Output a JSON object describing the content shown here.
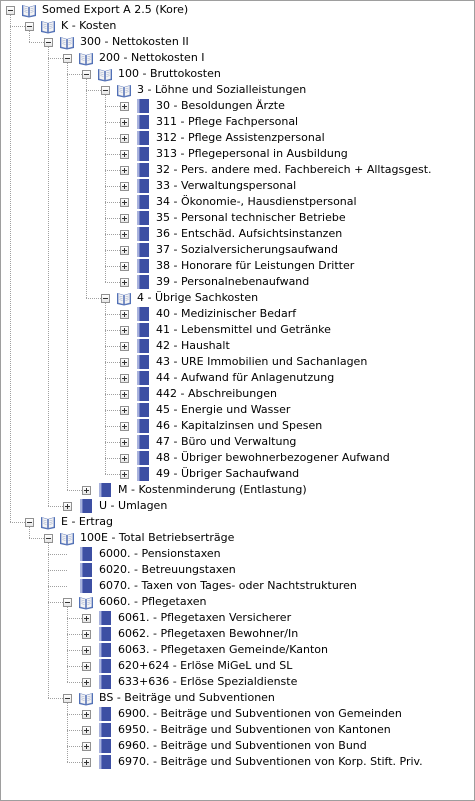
{
  "tree": {
    "label": "Somed Export A 2.5 (Kore)",
    "type": "book",
    "expanded": true,
    "children": [
      {
        "label": "K - Kosten",
        "type": "book",
        "expanded": true,
        "children": [
          {
            "label": "300 - Nettokosten II",
            "type": "book",
            "expanded": true,
            "children": [
              {
                "label": "200 - Nettokosten I",
                "type": "book",
                "expanded": true,
                "children": [
                  {
                    "label": "100 - Bruttokosten",
                    "type": "book",
                    "expanded": true,
                    "children": [
                      {
                        "label": "3 - Löhne und Sozialleistungen",
                        "type": "book",
                        "expanded": true,
                        "children": [
                          {
                            "label": "30 - Besoldungen Ärzte",
                            "type": "leaf",
                            "expandable": true
                          },
                          {
                            "label": "311 - Pflege Fachpersonal",
                            "type": "leaf",
                            "expandable": true
                          },
                          {
                            "label": "312 - Pflege Assistenzpersonal",
                            "type": "leaf",
                            "expandable": true
                          },
                          {
                            "label": "313 - Pflegepersonal in Ausbildung",
                            "type": "leaf",
                            "expandable": true
                          },
                          {
                            "label": "32 - Pers. andere med. Fachbereich + Alltagsgest.",
                            "type": "leaf",
                            "expandable": true
                          },
                          {
                            "label": "33 - Verwaltungspersonal",
                            "type": "leaf",
                            "expandable": true
                          },
                          {
                            "label": "34 - Ökonomie-, Hausdienstpersonal",
                            "type": "leaf",
                            "expandable": true
                          },
                          {
                            "label": "35 - Personal technischer Betriebe",
                            "type": "leaf",
                            "expandable": true
                          },
                          {
                            "label": "36 - Entschäd. Aufsichtsinstanzen",
                            "type": "leaf",
                            "expandable": true
                          },
                          {
                            "label": "37 - Sozialversicherungsaufwand",
                            "type": "leaf",
                            "expandable": true
                          },
                          {
                            "label": "38 - Honorare für Leistungen Dritter",
                            "type": "leaf",
                            "expandable": true
                          },
                          {
                            "label": "39 - Personalnebenaufwand",
                            "type": "leaf",
                            "expandable": true
                          }
                        ]
                      },
                      {
                        "label": "4 - Übrige Sachkosten",
                        "type": "book",
                        "expanded": true,
                        "children": [
                          {
                            "label": "40 - Medizinischer Bedarf",
                            "type": "leaf",
                            "expandable": true
                          },
                          {
                            "label": "41 - Lebensmittel und Getränke",
                            "type": "leaf",
                            "expandable": true
                          },
                          {
                            "label": "42 - Haushalt",
                            "type": "leaf",
                            "expandable": true
                          },
                          {
                            "label": "43 - URE Immobilien und Sachanlagen",
                            "type": "leaf",
                            "expandable": true
                          },
                          {
                            "label": "44 - Aufwand für Anlagenutzung",
                            "type": "leaf",
                            "expandable": true
                          },
                          {
                            "label": "442 - Abschreibungen",
                            "type": "leaf",
                            "expandable": true
                          },
                          {
                            "label": "45 - Energie und Wasser",
                            "type": "leaf",
                            "expandable": true
                          },
                          {
                            "label": "46 - Kapitalzinsen und Spesen",
                            "type": "leaf",
                            "expandable": true
                          },
                          {
                            "label": "47 - Büro und Verwaltung",
                            "type": "leaf",
                            "expandable": true
                          },
                          {
                            "label": "48 - Übriger bewohnerbezogener Aufwand",
                            "type": "leaf",
                            "expandable": true
                          },
                          {
                            "label": "49 - Übriger Sachaufwand",
                            "type": "leaf",
                            "expandable": true
                          }
                        ]
                      }
                    ]
                  },
                  {
                    "label": "M - Kostenminderung (Entlastung)",
                    "type": "leaf",
                    "expandable": true
                  }
                ]
              },
              {
                "label": "U - Umlagen",
                "type": "leaf",
                "expandable": true
              }
            ]
          }
        ]
      },
      {
        "label": "E - Ertrag",
        "type": "book",
        "expanded": true,
        "children": [
          {
            "label": "100E - Total Betriebserträge",
            "type": "book",
            "expanded": true,
            "children": [
              {
                "label": "6000. - Pensionstaxen",
                "type": "leaf",
                "expandable": false
              },
              {
                "label": "6020. - Betreuungstaxen",
                "type": "leaf",
                "expandable": false
              },
              {
                "label": "6070. - Taxen von Tages- oder Nachtstrukturen",
                "type": "leaf",
                "expandable": false
              },
              {
                "label": "6060. - Pflegetaxen",
                "type": "book",
                "expanded": true,
                "children": [
                  {
                    "label": "6061. - Pflegetaxen Versicherer",
                    "type": "leaf",
                    "expandable": true
                  },
                  {
                    "label": "6062. - Pflegetaxen Bewohner/In",
                    "type": "leaf",
                    "expandable": true
                  },
                  {
                    "label": "6063. - Pflegetaxen Gemeinde/Kanton",
                    "type": "leaf",
                    "expandable": true
                  },
                  {
                    "label": "620+624 - Erlöse MiGeL und SL",
                    "type": "leaf",
                    "expandable": true
                  },
                  {
                    "label": "633+636 - Erlöse Spezialdienste",
                    "type": "leaf",
                    "expandable": true
                  }
                ]
              },
              {
                "label": "BS - Beiträge und Subventionen",
                "type": "book",
                "expanded": true,
                "children": [
                  {
                    "label": "6900. - Beiträge und Subventionen von Gemeinden",
                    "type": "leaf",
                    "expandable": true
                  },
                  {
                    "label": "6950. - Beiträge und Subventionen von Kantonen",
                    "type": "leaf",
                    "expandable": true
                  },
                  {
                    "label": "6960. - Beiträge und Subventionen von Bund",
                    "type": "leaf",
                    "expandable": true
                  },
                  {
                    "label": "6970. - Beiträge und Subventionen von Korp. Stift. Priv.",
                    "type": "leaf",
                    "expandable": true
                  }
                ]
              }
            ]
          }
        ]
      }
    ]
  },
  "colors": {
    "book_cover": "#4f6fb5",
    "book_pages": "#f4f4f4",
    "leaf_fill": "#3d4fa3",
    "tree_line": "#a0a0a0"
  },
  "icons": {
    "book": "open-book-icon",
    "leaf": "account-icon",
    "toggle_expanded": "minus-box-icon",
    "toggle_collapsed": "plus-box-icon"
  }
}
